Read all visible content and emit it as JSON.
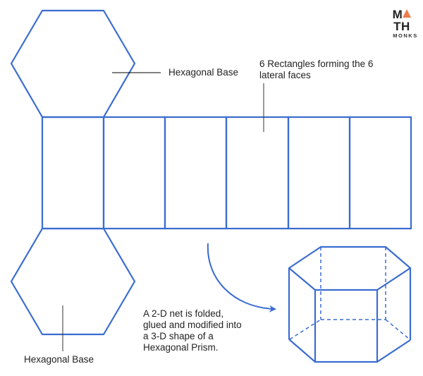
{
  "logo": {
    "text_before": "M",
    "text_after": "TH",
    "accent_glyph": "triangle",
    "subtext": "MONKS",
    "accent_color": "#f07c4c"
  },
  "labels": {
    "top_base": "Hexagonal Base",
    "lateral_line1": "6 Rectangles forming the 6",
    "lateral_line2": "lateral faces",
    "bottom_base": "Hexagonal Base",
    "description_line1": "A 2-D net is folded,",
    "description_line2": "glued and modified into",
    "description_line3": "a 3-D shape of a",
    "description_line4": "Hexagonal Prism."
  },
  "colors": {
    "shape_stroke": "#3a6cd0",
    "leader_line": "#000000",
    "text": "#222222"
  },
  "net": {
    "rectangle_count": 6,
    "top_hexagon": "60,15 147,15 191,90 147,166 60,166 16,90",
    "bottom_hexagon": "60,324 147,324 191,399 147,474 60,474 16,399"
  }
}
